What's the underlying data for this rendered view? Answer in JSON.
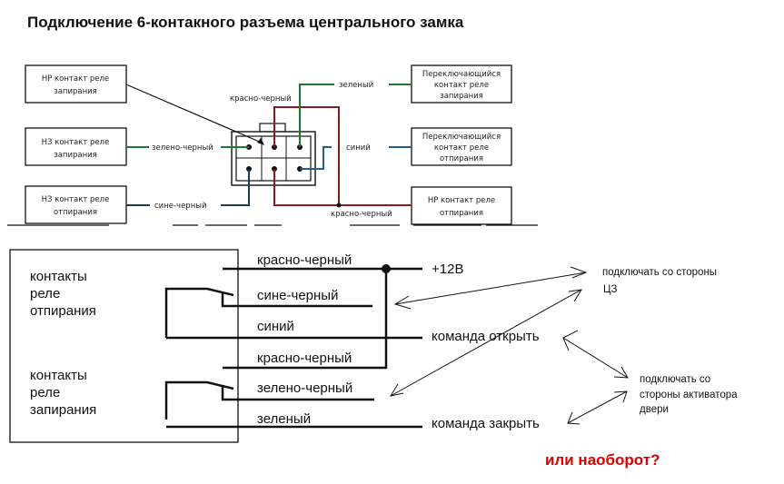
{
  "title": "Подключение 6-контакного разъема центрального замка",
  "colors": {
    "green": "#1e7a2e",
    "red": "#8b1a1a",
    "blue": "#1f5f8b",
    "dark_blue": "#1c3c56",
    "black": "#111111",
    "question": "#e00000"
  },
  "top_diagram": {
    "left_boxes": [
      {
        "lines": [
          "НР контакт реле",
          "запирания"
        ]
      },
      {
        "lines": [
          "НЗ контакт реле",
          "запирания"
        ]
      },
      {
        "lines": [
          "НЗ контакт реле",
          "отпирания"
        ]
      }
    ],
    "right_boxes": [
      {
        "lines": [
          "Переключающийся",
          "контакт реле",
          "запирания"
        ]
      },
      {
        "lines": [
          "Переключающийся",
          "контакт реле",
          "отпирания"
        ]
      },
      {
        "lines": [
          "НР контакт реле",
          "отпирания"
        ]
      }
    ],
    "wire_labels": {
      "green_black": "зелено-черный",
      "blue_black": "сине-черный",
      "red_black_top": "красно-черный",
      "green": "зеленый",
      "blue": "синий",
      "red_black_bottom": "красно-черный"
    }
  },
  "bottom_diagram": {
    "unlock_relay_label": [
      "контакты",
      "реле",
      "отпирания"
    ],
    "lock_relay_label": [
      "контакты",
      "реле",
      "запирания"
    ],
    "wires": [
      "красно-черный",
      "сине-черный",
      "синий",
      "красно-черный",
      "зелено-черный",
      "зеленый"
    ],
    "outputs": {
      "plus12": "+12В",
      "open_cmd": "команда открыть",
      "close_cmd": "команда закрыть"
    },
    "notes": {
      "cz_side": [
        "подключать со стороны",
        "ЦЗ"
      ],
      "actuator_side": [
        "подключать со",
        "стороны активатора",
        "двери"
      ]
    },
    "question": "или наоборот?"
  }
}
